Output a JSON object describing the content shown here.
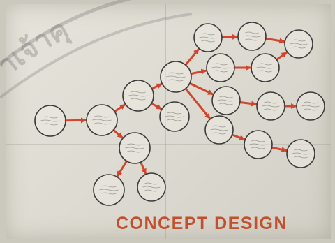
{
  "caption": "CONCEPT DESIGN",
  "watermark_text": "าเจ้าคุ",
  "colors": {
    "arrow": "#d2442b",
    "node_stroke": "#3a3a3a",
    "caption": "#c2502e"
  },
  "nodes": [
    {
      "id": "n1"
    },
    {
      "id": "n2"
    },
    {
      "id": "n3"
    },
    {
      "id": "n4"
    },
    {
      "id": "n5"
    },
    {
      "id": "n6"
    },
    {
      "id": "n7"
    },
    {
      "id": "n8"
    },
    {
      "id": "n9"
    },
    {
      "id": "n10"
    },
    {
      "id": "n11"
    },
    {
      "id": "n12"
    },
    {
      "id": "n13"
    },
    {
      "id": "n14"
    },
    {
      "id": "n15"
    },
    {
      "id": "n16"
    },
    {
      "id": "n17"
    },
    {
      "id": "n18"
    },
    {
      "id": "n19"
    }
  ],
  "edges": [
    [
      "n1",
      "n2"
    ],
    [
      "n2",
      "n3"
    ],
    [
      "n2",
      "n4"
    ],
    [
      "n3",
      "n5"
    ],
    [
      "n3",
      "n6"
    ],
    [
      "n5",
      "n7"
    ],
    [
      "n5",
      "n8"
    ],
    [
      "n5",
      "n9"
    ],
    [
      "n5",
      "n10"
    ],
    [
      "n7",
      "n11"
    ],
    [
      "n11",
      "n12"
    ],
    [
      "n8",
      "n13"
    ],
    [
      "n13",
      "n12"
    ],
    [
      "n9",
      "n14"
    ],
    [
      "n14",
      "n15"
    ],
    [
      "n10",
      "n16"
    ],
    [
      "n16",
      "n17"
    ],
    [
      "n4",
      "n18"
    ],
    [
      "n4",
      "n19"
    ]
  ]
}
